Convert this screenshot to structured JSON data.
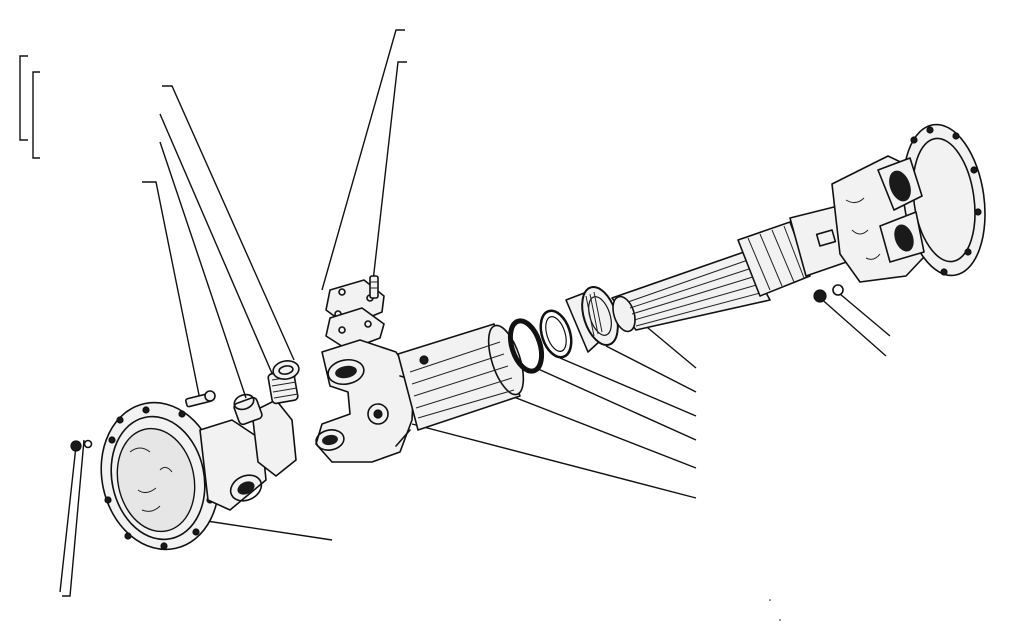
{
  "diagram": {
    "kind": "exploded-view",
    "parts": [
      {
        "id": "left-housing-flange"
      },
      {
        "id": "cross-journal-spider"
      },
      {
        "id": "bearing-cap"
      },
      {
        "id": "grease-fitting-bolt"
      },
      {
        "id": "gasket-plate"
      },
      {
        "id": "locking-pin"
      },
      {
        "id": "yoke"
      },
      {
        "id": "splined-sleeve-tube"
      },
      {
        "id": "snap-ring"
      },
      {
        "id": "seal-ring"
      },
      {
        "id": "bearing-ring"
      },
      {
        "id": "splined-shaft"
      },
      {
        "id": "right-differential-housing"
      },
      {
        "id": "nut-washer-right"
      },
      {
        "id": "nut-washer-left"
      }
    ],
    "callout_count": 14,
    "callout_labels": []
  },
  "colors": {
    "ink": "#111111",
    "paper": "#ffffff"
  }
}
